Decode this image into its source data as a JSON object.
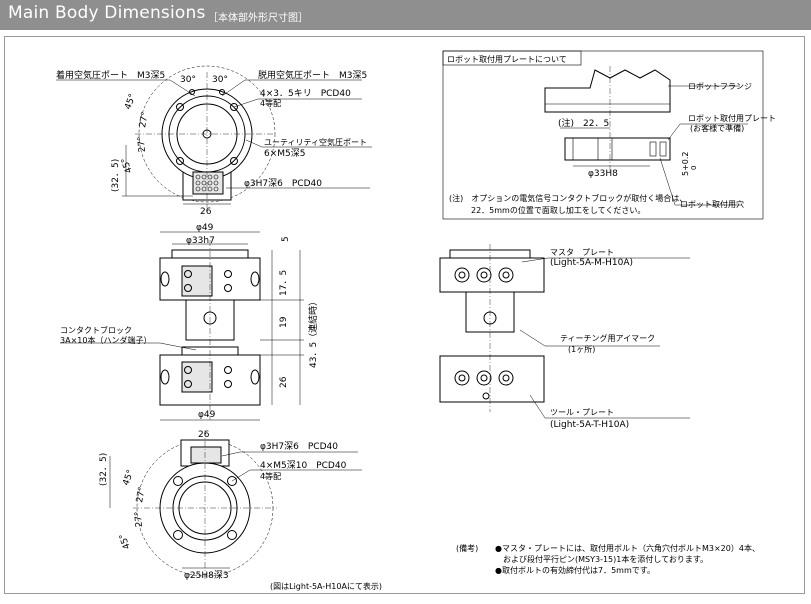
{
  "header": {
    "title": "Main Body Dimensions",
    "subtitle": "［本体部外形尺寸图］"
  },
  "top_view": {
    "label_supply_port": "着用空気圧ポート　M3深5",
    "label_exhaust_port": "脱用空気圧ポート　M3深5",
    "label_screw_pcd": "4×3．5キリ　PCD40",
    "label_screw_eq": "4等配",
    "label_utility": "ユーティリティ空気圧ポート",
    "label_utility_spec": "6×M5深5",
    "label_pin_hole": "φ3H7深6　PCD40",
    "ang_30a": "30°",
    "ang_30b": "30°",
    "ang_45a": "45°",
    "ang_27a": "27°",
    "ang_27b": "27°",
    "ang_45b": "45°",
    "dim_325": "(32．5)",
    "dim_26": "26"
  },
  "robot_plate": {
    "title": "ロボット取付用プレートについて",
    "label_flange": "ロボットフランジ",
    "label_plate": "ロボット取付用プレート",
    "label_plate_note": "(お客様で準備)",
    "label_hole": "ロボット取付用穴",
    "dim_225": "(注)　22．5",
    "dim_phi33": "φ33H8",
    "dim_5tol": "5+0.2",
    "dim_5tol_low": "0",
    "note_line1": "(注)　オプションの電気信号コンタクトブロックが取付く場合は、",
    "note_line2": "22．5mmの位置で面取し加工をしてください。"
  },
  "side_view": {
    "dim_phi49_top": "φ49",
    "dim_phi33": "φ33h7",
    "dim_5": "5",
    "dim_175": "17．5",
    "dim_19": "19",
    "dim_26": "26",
    "dim_435": "43．5（連結時）",
    "label_contact_block": "コンタクトブロック",
    "label_contact_spec": "3A×10本（ハンダ端子）",
    "dim_phi49_bottom": "φ49"
  },
  "right_view": {
    "label_master": "マスタ　プレート",
    "label_master_model": "(Light-5A-M-H10A)",
    "label_teaching": "ティーチング用アイマーク",
    "label_teaching_count": "(1ヶ所)",
    "label_tool": "ツール・プレート",
    "label_tool_model": "(Light-5A-T-H10A)"
  },
  "bottom_view": {
    "dim_26": "26",
    "label_pin_hole": "φ3H7深6　PCD40",
    "label_screw": "4×M5深10　PCD40",
    "label_screw_eq": "4等配",
    "dim_325": "(32．5)",
    "ang_45a": "45°",
    "ang_27a": "27°",
    "ang_27b": "27°",
    "ang_45b": "45°",
    "dim_phi25": "φ25H8深3",
    "caption": "(図はLight-5A-H10Aにて表示)"
  },
  "notes": {
    "label": "(備考)",
    "line1": "●マスタ・プレートには、取付用ボルト（六角穴付ボルトM3×20）4本、",
    "line2": "　および段付平行ピン(MSY3-15)1本を添付しております。",
    "line3": "●取付ボルトの有効締付代は7．5mmです。"
  }
}
